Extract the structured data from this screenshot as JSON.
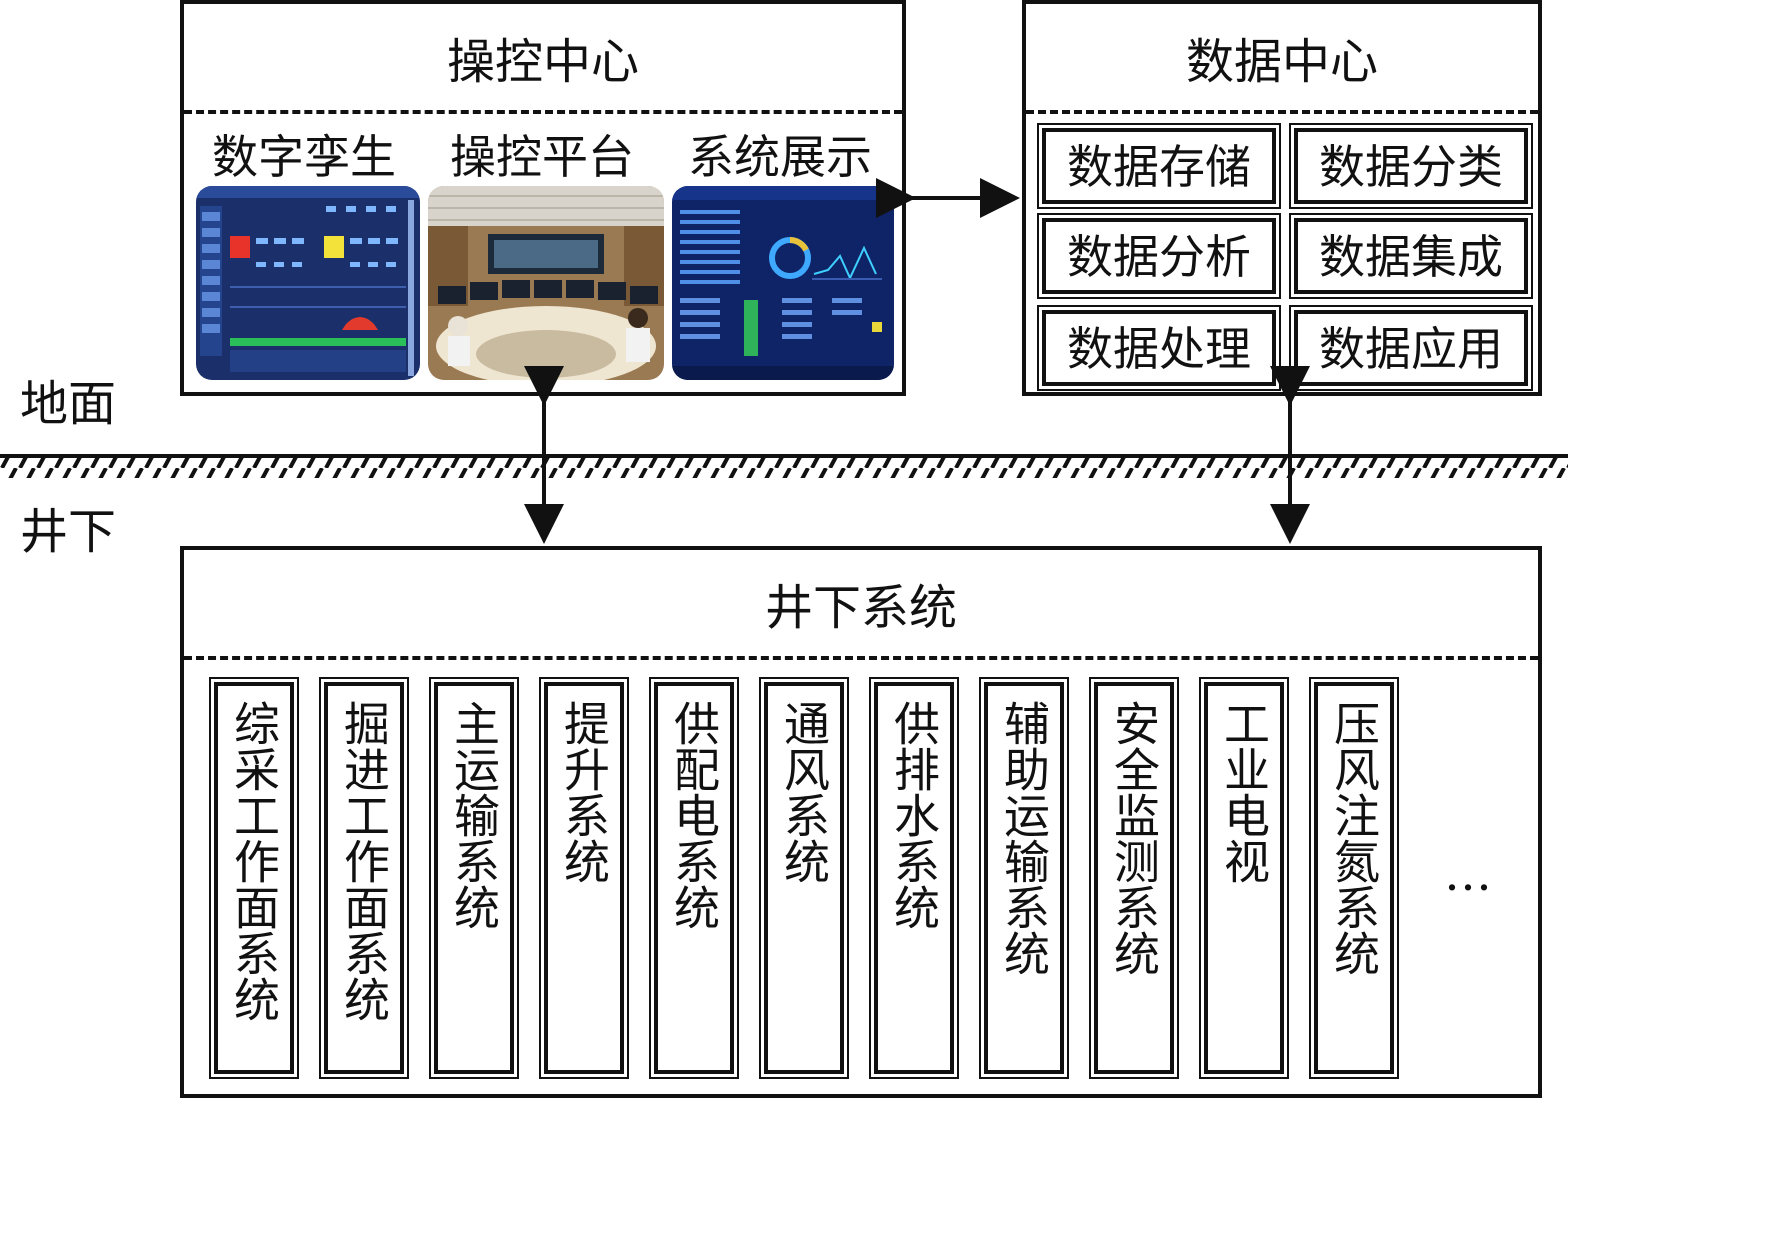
{
  "control_center": {
    "title": "操控中心",
    "panels": [
      {
        "label": "数字孪生",
        "icon": "digital-twin-screen"
      },
      {
        "label": "操控平台",
        "icon": "control-room-photo"
      },
      {
        "label": "系统展示",
        "icon": "dashboard-screen"
      }
    ]
  },
  "data_center": {
    "title": "数据中心",
    "items": [
      "数据存储",
      "数据分类",
      "数据分析",
      "数据集成",
      "数据处理",
      "数据应用"
    ]
  },
  "zones": {
    "surface": "地面",
    "underground": "井下"
  },
  "underground_system": {
    "title": "井下系统",
    "subsystems": [
      "综采工作面系统",
      "掘进工作面系统",
      "主运输系统",
      "提升系统",
      "供配电系统",
      "通风系统",
      "供排水系统",
      "辅助运输系统",
      "安全监测系统",
      "工业电视",
      "压风注氮系统"
    ],
    "more": "…"
  },
  "colors": {
    "line": "#111111",
    "screen_dark": "#1b2f6b",
    "screen_accent": "#3fa9ff"
  }
}
